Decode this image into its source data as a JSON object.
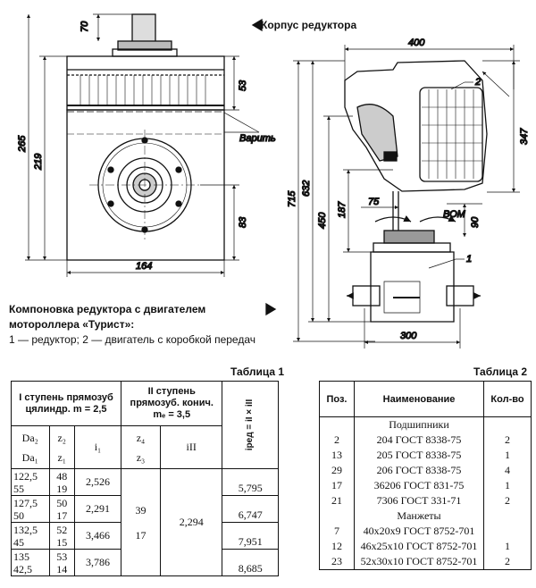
{
  "figure": {
    "corpus_label": "Корпус редуктора",
    "caption_bold": "Компоновка редуктора с двигателем мотороллера «Турист»:",
    "caption_text": "1 — редуктор; 2 — двигатель с коробкой передач",
    "left_view": {
      "dims": [
        "70",
        "53",
        "265",
        "219",
        "83",
        "164"
      ],
      "label": "Варить"
    },
    "right_view": {
      "dims": [
        "400",
        "347",
        "632",
        "715",
        "450",
        "187",
        "75",
        "90",
        "300"
      ],
      "labels": [
        "2",
        "1",
        "ВОМ"
      ]
    }
  },
  "table1": {
    "caption": "Таблица 1",
    "head1": "I ступень прямозуб цялиндр. m = 2,5",
    "head2": "II ступень прямозуб. конич. mₑ = 3,5",
    "head3": "iред = iI × iII",
    "sub": [
      "Da₂",
      "Da₁",
      "z₂",
      "z₁",
      "i₁",
      "z₄",
      "z₃",
      "iII"
    ],
    "rows": [
      {
        "da": "122,5",
        "da1": "55",
        "z2": "48",
        "z1": "19",
        "i1": "2,526",
        "ired": "5,795"
      },
      {
        "da": "127,5",
        "da1": "50",
        "z2": "50",
        "z1": "17",
        "i1": "2,291",
        "ired": "6,747"
      },
      {
        "da": "132,5",
        "da1": "45",
        "z2": "52",
        "z1": "15",
        "i1": "3,466",
        "ired": "7,951"
      },
      {
        "da": "135",
        "da1": "42,5",
        "z2": "53",
        "z1": "14",
        "i1": "3,786",
        "ired": "8,685"
      }
    ],
    "z4": "39",
    "z3": "17",
    "i2": "2,294"
  },
  "table2": {
    "caption": "Таблица 2",
    "headers": [
      "Поз.",
      "Наименование",
      "Кол-во"
    ],
    "rows": [
      {
        "pos": "",
        "name": "Подшипники",
        "qty": ""
      },
      {
        "pos": "2",
        "name": "204 ГОСТ 8338-75",
        "qty": "2"
      },
      {
        "pos": "13",
        "name": "205 ГОСТ 8338-75",
        "qty": "1"
      },
      {
        "pos": "29",
        "name": "206 ГОСТ 8338-75",
        "qty": "4"
      },
      {
        "pos": "17",
        "name": "36206 ГОСТ 831-75",
        "qty": "1"
      },
      {
        "pos": "21",
        "name": "7306 ГОСТ 331-71",
        "qty": "2"
      },
      {
        "pos": "",
        "name": "Манжеты",
        "qty": ""
      },
      {
        "pos": "7",
        "name": "40x20x9 ГОСТ 8752-701",
        "qty": ""
      },
      {
        "pos": "12",
        "name": "46x25x10 ГОСТ 8752-701",
        "qty": "1"
      },
      {
        "pos": "23",
        "name": "52x30x10 ГОСТ 8752-701",
        "qty": "2"
      }
    ]
  }
}
